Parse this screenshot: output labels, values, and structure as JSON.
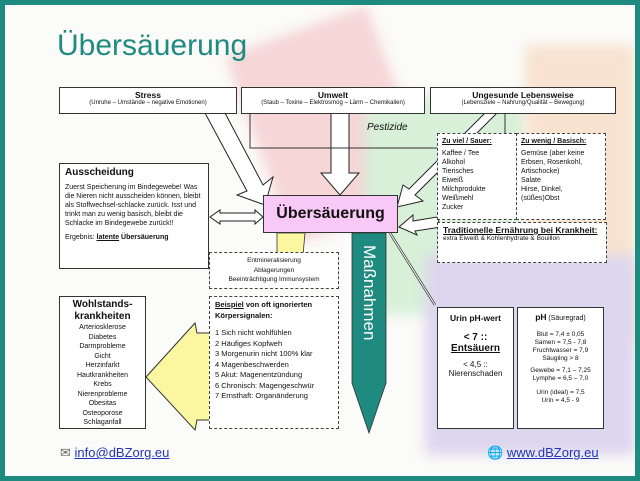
{
  "title": "Übersäuerung",
  "causes": [
    {
      "title": "Stress",
      "sub": "(Unruhe – Umstände – negative Emotionen)"
    },
    {
      "title": "Umwelt",
      "sub": "(Staub – Toxine – Elektrosmog – Lärm – Chemikalien)"
    },
    {
      "title": "Ungesunde Lebensweise",
      "sub": "(Lebensziele – Nahrung/Qualität –  Bewegung)"
    }
  ],
  "pestizide": "Pestizide",
  "sauer": {
    "title": "Zu viel / Sauer:",
    "items": [
      "Kaffee / Tee",
      "Alkohol",
      "Tierisches",
      "Eiweiß",
      "Milchprodukte",
      "Weißmehl",
      "Zucker"
    ]
  },
  "basisch": {
    "title": "Zu wenig / Basisch:",
    "items": [
      "Gemüse (aber keine",
      "Erbsen, Rosenkohl,",
      "Artischocke)",
      "Salate",
      "Hirse, Dinkel,",
      "(süßes)Obst"
    ]
  },
  "ausscheidung": {
    "title": "Ausscheidung",
    "text": "Zuerst Speicherung im Bindegewebe! Was die Nieren nicht ausscheiden können, bleibt als Stoffwechsel-schlacke zurück. Isst und trinkt man zu wenig basisch, bleibt die Schlacke im Bindegewebe zurück!!",
    "result_label": "Ergebnis:",
    "result_u": "latente",
    "result_rest": "Übersäuerung"
  },
  "center": "Übersäuerung",
  "tradition": {
    "title": "Traditionelle Ernährung bei Krankheit:",
    "text": "extra Eiweiß & Kohlenhydrate & Bouillon"
  },
  "effects": [
    "Entmineralisierung",
    "Ablagerungen",
    "Beeinträchtigung Immunsystem"
  ],
  "massnahmen": "Maßnahmen",
  "beispiel": {
    "u": "Beispiel",
    "rest": " von oft ignorierten Körpersignalen:",
    "items": [
      "1 Sich nicht wohlfühlen",
      "2 Häufiges Kopfweh",
      "3 Morgenurin nicht 100% klar",
      "4 Magenbeschwerden",
      "5 Akut: Magenentzündung",
      "6 Chronisch: Magengeschwür",
      "7 Ernsthaft: Organänderung"
    ]
  },
  "wohlstand": {
    "title": "Wohlstands-krankheiten",
    "items": [
      "Arteriosklerose",
      "Diabetes",
      "Darmprobleme",
      "Gicht",
      "Herzinfarkt",
      "Hautkrankheiten",
      "Krebs",
      "Nierenprobleme",
      "Obesitas",
      "Osteoporose",
      "Schlaganfall"
    ]
  },
  "urin": {
    "title": "Urin pH-wert",
    "big1": "< 7 ::",
    "big2": "Entsäuern",
    "small1": "< 4,5 ::",
    "small2": "Nierenschaden"
  },
  "ph": {
    "title": "pH",
    "title_sub": "(Säuregrad)",
    "g1": [
      "Blut = 7,4 ± 0,05",
      "Samen = 7,5 - 7,8",
      "Fruchtwasser = 7,9",
      "Säugling > 8"
    ],
    "g2": [
      "Gewebe = 7,1 – 7,25",
      "Lymphe = 6,5 – 7,0"
    ],
    "g3": [
      "Urin (ideal) = 7,5",
      "Urin = 4,5 - 9"
    ]
  },
  "footer": {
    "email": "info@dBZorg.eu",
    "web": "www.dBZorg.eu"
  },
  "colors": {
    "teal": "#1f8a80",
    "pink": "#f8c8f6",
    "yellow": "#fbf7a0"
  }
}
